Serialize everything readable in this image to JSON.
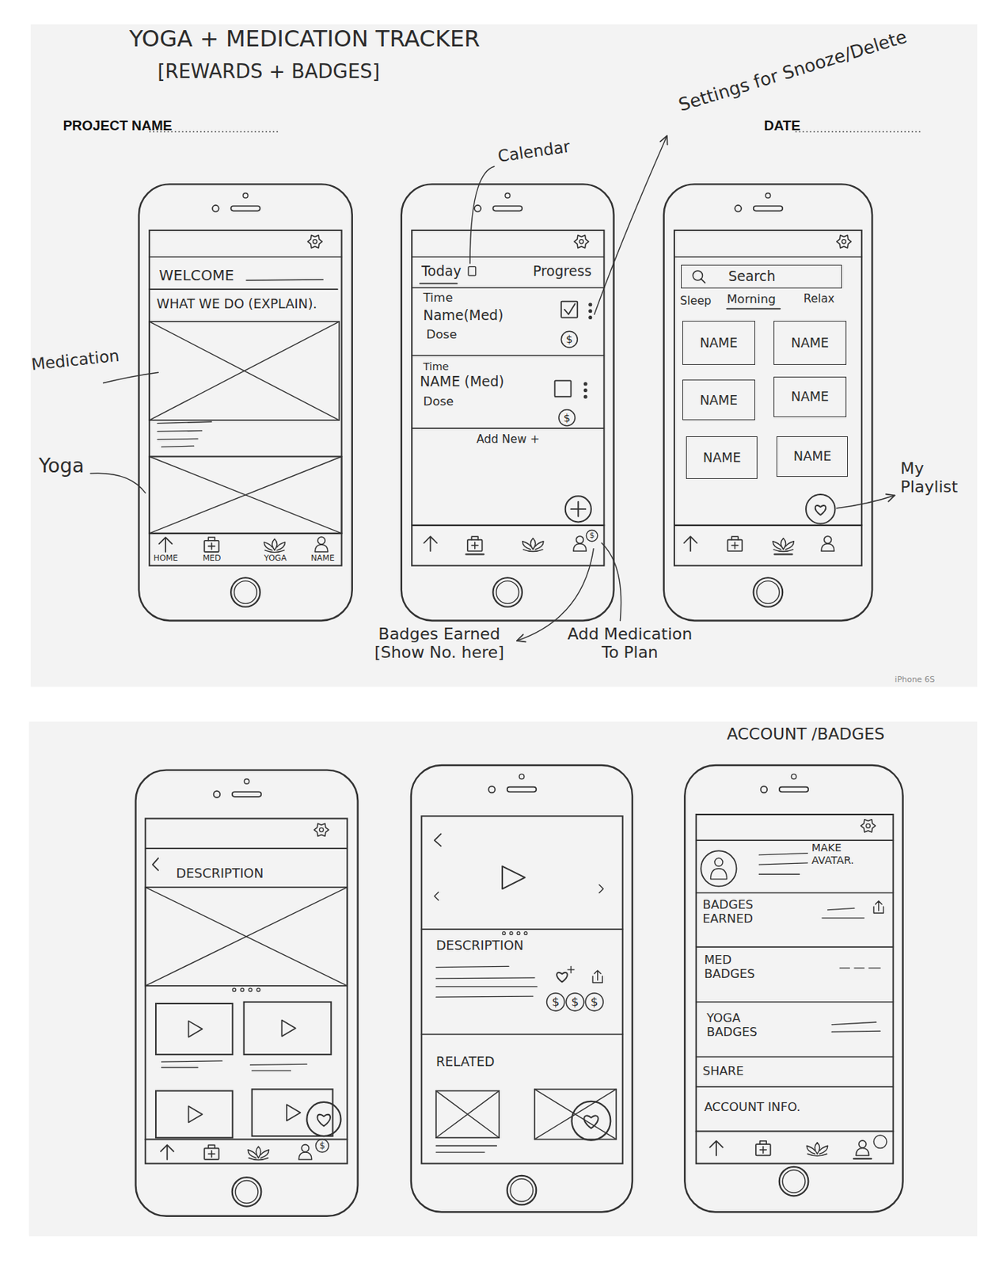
{
  "diagram": {
    "title": "YOGA + MEDICATION TRACKER",
    "nodes": [
      {
        "text": [
          "Search"
        ]
      },
      {
        "text": [
          "NAME"
        ]
      },
      {
        "text": [
          "NAME"
        ]
      },
      {
        "text": [
          "NAME"
        ]
      },
      {
        "text": [
          "NAME"
        ]
      },
      {
        "text": [
          "NAME"
        ]
      },
      {
        "text": [
          "NAME"
        ]
      }
    ],
    "labels": [
      "[REWARDS + BADGES]",
      "PROJECT NAME",
      "DATE",
      "Settings for Snooze/Delete",
      "Calendar",
      "Medication",
      "Yoga",
      "WELCOME",
      "WHAT WE DO (EXPLAIN).",
      "HOME",
      "MED",
      "YOGA",
      "NAME",
      "Today",
      "Progress",
      "Time",
      "Name(Med)",
      "Dose",
      "$",
      "Time",
      "NAME (Med)",
      "Dose",
      "$",
      "Add New +",
      "$",
      "Sleep",
      "Morning",
      "Relax",
      "My Playlist",
      "Badges Earned [Show No. here]",
      "Add Medication To Plan",
      "iPhone 6S",
      "ACCOUNT /BADGES",
      "DESCRIPTION",
      "$",
      "DESCRIPTION",
      "$",
      "$",
      "$",
      "RELATED",
      "MAKE AVATAR.",
      "BADGES EARNED",
      "MED BADGES",
      "YOGA BADGES",
      "SHARE",
      "ACCOUNT INFO."
    ]
  }
}
